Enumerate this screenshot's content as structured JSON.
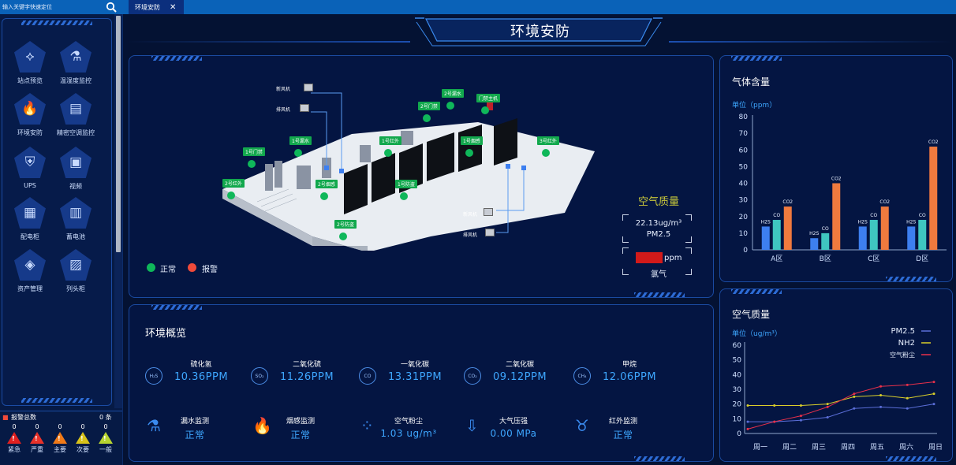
{
  "search": {
    "placeholder": "输入关键字快速定位"
  },
  "nav": [
    {
      "label": "站点预览",
      "icon": "share-icon",
      "glyph": "⟡"
    },
    {
      "label": "温湿度监控",
      "icon": "flask-icon",
      "glyph": "⚗"
    },
    {
      "label": "环境安防",
      "icon": "fire-icon",
      "glyph": "🔥"
    },
    {
      "label": "精密空调监控",
      "icon": "air-conditioner-icon",
      "glyph": "▤"
    },
    {
      "label": "UPS",
      "icon": "shield-icon",
      "glyph": "⛨"
    },
    {
      "label": "视频",
      "icon": "image-icon",
      "glyph": "▣"
    },
    {
      "label": "配电柜",
      "icon": "cabinet-icon",
      "glyph": "▦"
    },
    {
      "label": "蓄电池",
      "icon": "battery-icon",
      "glyph": "▥"
    },
    {
      "label": "资产管理",
      "icon": "layers-icon",
      "glyph": "◈"
    },
    {
      "label": "列头柜",
      "icon": "floppy-icon",
      "glyph": "▨"
    }
  ],
  "alarm": {
    "label": "报警总数",
    "total": "0 条",
    "levels": [
      {
        "name": "紧急",
        "count": "0",
        "color": "#e02020"
      },
      {
        "name": "严重",
        "count": "0",
        "color": "#e8322a"
      },
      {
        "name": "主要",
        "count": "0",
        "color": "#f07a18"
      },
      {
        "name": "次要",
        "count": "0",
        "color": "#d8c21a"
      },
      {
        "name": "一般",
        "count": "0",
        "color": "#b8d430"
      }
    ]
  },
  "tab": {
    "label": "环境安防",
    "close": "✕"
  },
  "page_title": "环境安防",
  "map": {
    "tags": [
      "2号漏水",
      "门禁主机",
      "2号门禁",
      "1号门禁",
      "1号漏水",
      "1号红外",
      "1号烟感",
      "3号红外",
      "2号红外",
      "2号烟感",
      "1号防盗",
      "2号防盗"
    ],
    "devices": [
      "新风机",
      "排风机",
      "新风机",
      "排风机"
    ],
    "legend_normal": "正常",
    "legend_alarm": "报警",
    "normal_color": "#0fb75a",
    "alarm_color": "#f04a3a"
  },
  "air_quality_box": {
    "title": "空气质量",
    "pm_value": "22.13ug/m³",
    "pm_label": "PM2.5",
    "gas_unit": "ppm",
    "gas_label": "氯气"
  },
  "overview": {
    "title": "环境概览",
    "gases": [
      {
        "name": "硫化氢",
        "value": "10.36PPM",
        "icon": "H₂S"
      },
      {
        "name": "二氧化硫",
        "value": "11.26PPM",
        "icon": "SO₂"
      },
      {
        "name": "一氧化碳",
        "value": "13.31PPM",
        "icon": "CO"
      },
      {
        "name": "二氧化碳",
        "value": "09.12PPM",
        "icon": "CO₂"
      },
      {
        "name": "甲烷",
        "value": "12.06PPM",
        "icon": "CH₄"
      }
    ],
    "status": [
      {
        "name": "漏水监测",
        "value": "正常",
        "icon": "flask-icon",
        "glyph": "⚗"
      },
      {
        "name": "烟感监测",
        "value": "正常",
        "icon": "fire-icon",
        "glyph": "🔥"
      },
      {
        "name": "空气粉尘",
        "value": "1.03  ug/m³",
        "icon": "dust-icon",
        "glyph": "⁘"
      },
      {
        "name": "大气压强",
        "value": "0.00  MPa",
        "icon": "download-icon",
        "glyph": "⇩"
      },
      {
        "name": "红外监测",
        "value": "正常",
        "icon": "taurus-icon",
        "glyph": "♉"
      }
    ]
  },
  "gas_panel": {
    "title": "气体含量",
    "unit": "单位（ppm）"
  },
  "aq_panel": {
    "title": "空气质量",
    "unit": "单位（ug/m³）"
  },
  "chart_data": [
    {
      "type": "bar",
      "title": "气体含量",
      "ylabel": "单位（ppm）",
      "categories": [
        "A区",
        "B区",
        "C区",
        "D区"
      ],
      "ylim": [
        0,
        80
      ],
      "yticks": [
        0,
        10,
        20,
        30,
        40,
        50,
        60,
        70,
        80
      ],
      "series": [
        {
          "name": "H2S",
          "values": [
            14,
            7,
            14,
            14
          ],
          "color": "#3d7ff0"
        },
        {
          "name": "CO",
          "values": [
            18,
            10,
            18,
            18
          ],
          "color": "#3fc6c0"
        },
        {
          "name": "CO2",
          "values": [
            26,
            40,
            26,
            62
          ],
          "color": "#f07a3e"
        }
      ]
    },
    {
      "type": "line",
      "title": "空气质量",
      "ylabel": "单位（ug/m³）",
      "categories": [
        "周一",
        "周二",
        "周三",
        "周四",
        "周五",
        "周六",
        "周日"
      ],
      "ylim": [
        0,
        60
      ],
      "yticks": [
        0,
        10,
        20,
        30,
        40,
        50,
        60
      ],
      "series": [
        {
          "name": "PM2.5",
          "values": [
            8,
            8,
            9,
            11,
            17,
            18,
            17,
            20
          ],
          "color": "#5b6ed8"
        },
        {
          "name": "NH2",
          "values": [
            19,
            19,
            19,
            20,
            25,
            26,
            24,
            27
          ],
          "color": "#d9cf2a"
        },
        {
          "name": "空气粉尘",
          "values": [
            3,
            8,
            12,
            18,
            27,
            32,
            33,
            35
          ],
          "color": "#e8304a"
        }
      ]
    }
  ]
}
